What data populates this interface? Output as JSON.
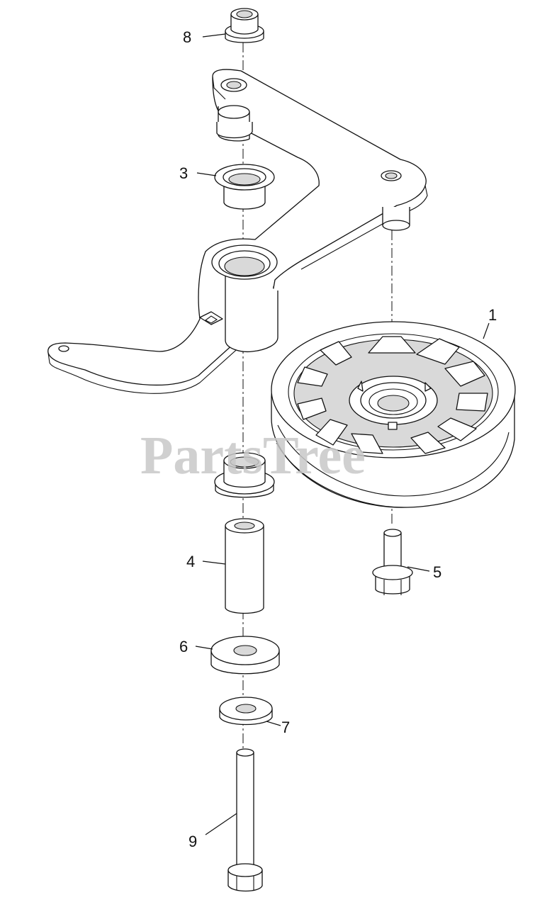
{
  "watermark": "PartsTree",
  "callouts": {
    "c1": "1",
    "c3": "3",
    "c4": "4",
    "c5": "5",
    "c6": "6",
    "c7": "7",
    "c8": "8",
    "c9": "9"
  }
}
